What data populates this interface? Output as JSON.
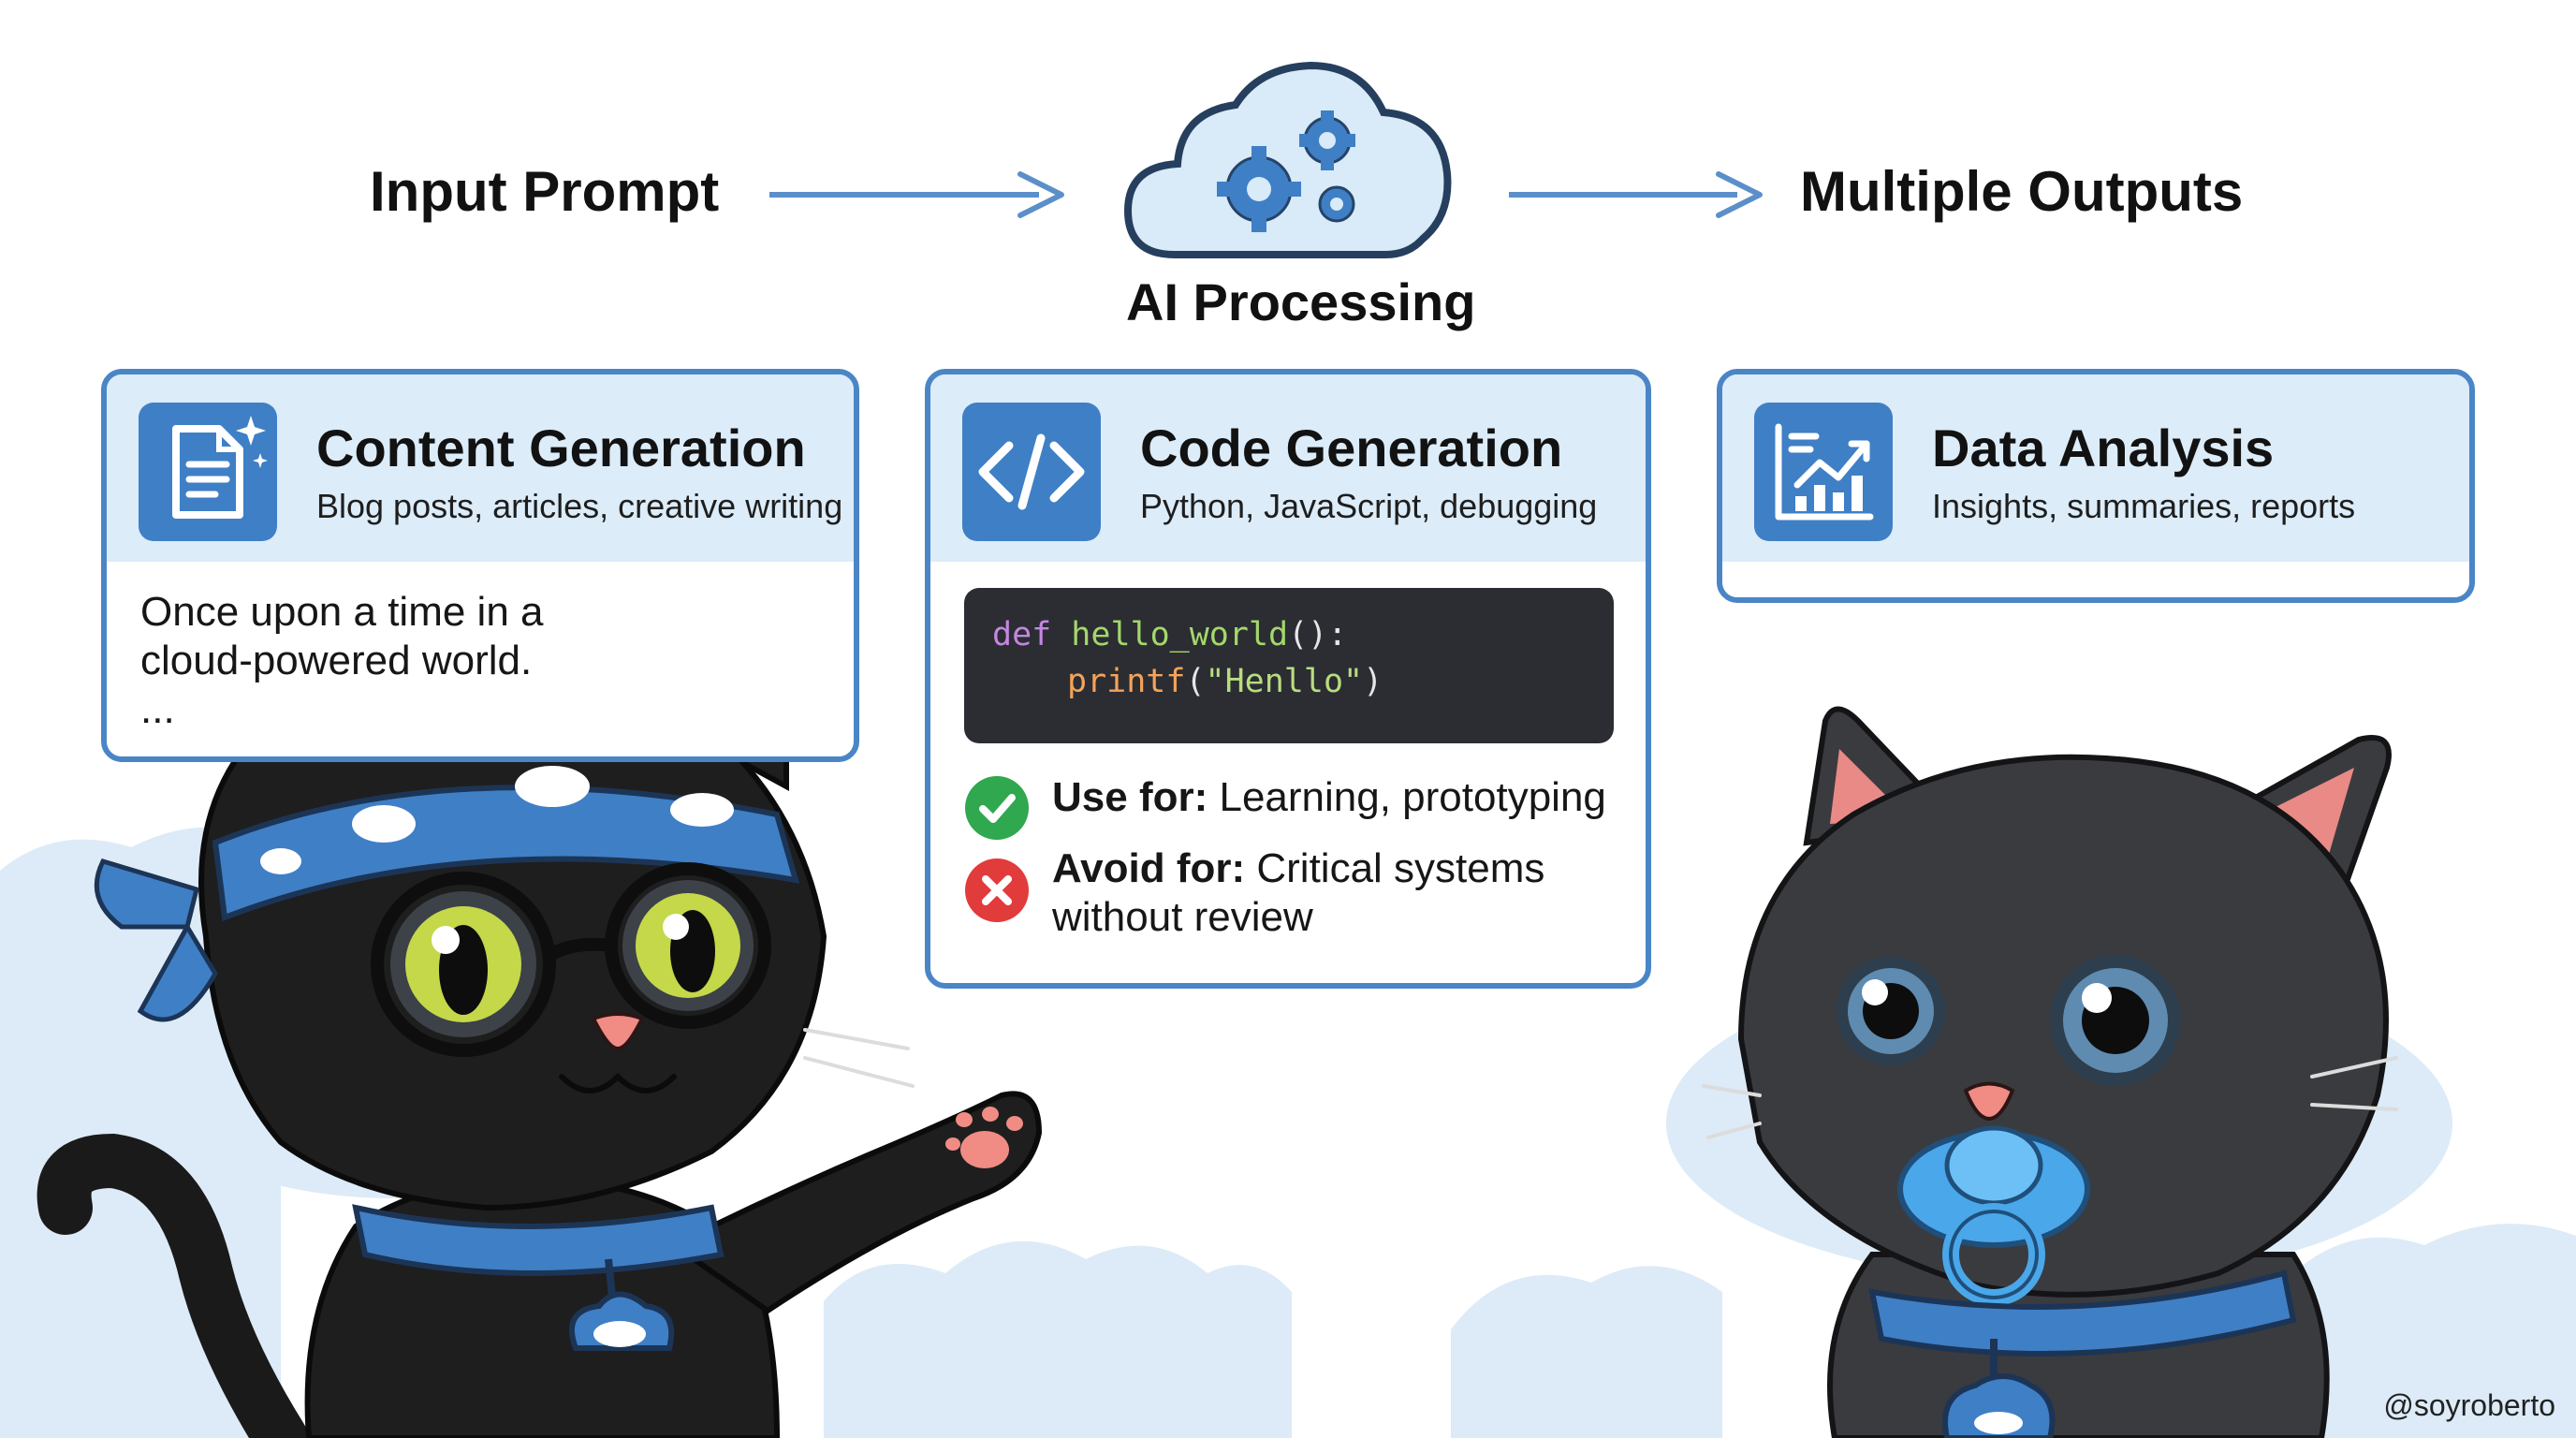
{
  "flow": {
    "input_label": "Input Prompt",
    "process_label": "AI Processing",
    "output_label": "Multiple Outputs"
  },
  "cards": {
    "content": {
      "title": "Content Generation",
      "subtitle": "Blog posts, articles, creative writing",
      "story_lines": [
        "Once upon a time in a",
        "cloud-powered world.",
        "..."
      ]
    },
    "code": {
      "title": "Code Generation",
      "subtitle": "Python, JavaScript, debugging",
      "code_line1": {
        "kw": "def",
        "fn": "hello_world",
        "rest": "():"
      },
      "code_line2": {
        "fn": "printf",
        "open": "(",
        "str": "\"Henllo\"",
        "close": ")"
      },
      "use_label": "Use for:",
      "use_text": "Learning, prototyping",
      "avoid_label": "Avoid for:",
      "avoid_text_1": "Critical systems",
      "avoid_text_2": "without review"
    },
    "data": {
      "title": "Data Analysis",
      "subtitle": "Insights, summaries, reports"
    }
  },
  "icons": [
    "gear-cloud-icon",
    "document-sparkle-icon",
    "code-brackets-icon",
    "bar-chart-icon",
    "check-circle-icon",
    "x-circle-icon",
    "arrow-right-icon"
  ],
  "colors": {
    "accent_blue": "#4a86c6",
    "card_head": "#dcecf9",
    "code_bg": "#2b2d33",
    "check_green": "#2fa84f",
    "cross_red": "#e23b3b",
    "cloud_bg": "#dcebf7"
  },
  "credit": "@soyroberto"
}
